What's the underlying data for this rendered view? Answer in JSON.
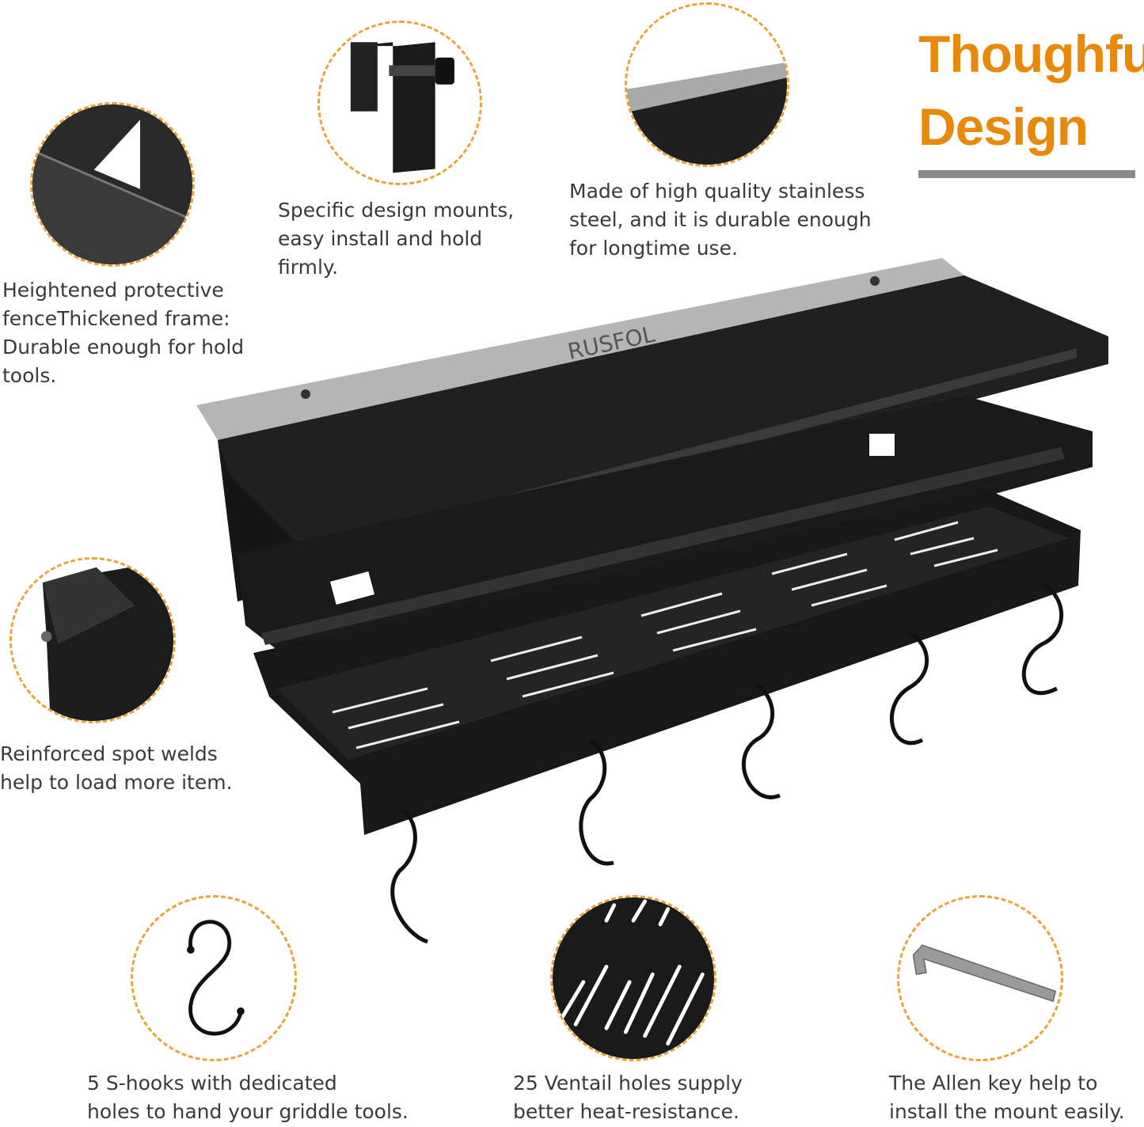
{
  "title": {
    "line1": "Thoughful",
    "line2": "Design"
  },
  "brand_logo": "RUSFOL",
  "features": {
    "mount": [
      "Specific design mounts,",
      "easy install and hold",
      "firmly."
    ],
    "steel": [
      "Made of high quality stainless",
      "steel, and it is durable enough",
      "for longtime use."
    ],
    "fence": [
      "Heightened protective",
      "fenceThickened frame:",
      "Durable enough for hold",
      "tools."
    ],
    "welds": [
      "Reinforced spot welds",
      "help to load more item."
    ],
    "hooks": [
      "5 S-hooks with dedicated",
      "holes to hand your griddle tools."
    ],
    "vents": [
      "25 Ventail holes supply",
      "better heat-resistance."
    ],
    "allen": [
      "The Allen key help to",
      "install the mount easily."
    ]
  },
  "colors": {
    "accent": "#E8890C",
    "dashed_border": "#E8A43A",
    "product": "#1c1c1c",
    "steel": "#b8b8b8"
  }
}
